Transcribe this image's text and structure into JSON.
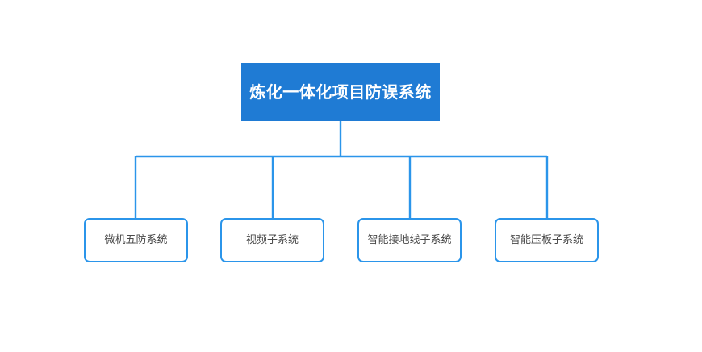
{
  "diagram": {
    "type": "organization-tree",
    "background_color": "#ffffff",
    "accent_color": "#1f7bd4",
    "connector_color": "#2b95ea",
    "border_color": "#2b95ea",
    "root_text_color": "#ffffff",
    "child_text_color": "#4a4a4a",
    "root": {
      "label": "炼化一体化项目防误系统"
    },
    "children": [
      {
        "label": "微机五防系统"
      },
      {
        "label": "视频子系统"
      },
      {
        "label": "智能接地线子系统"
      },
      {
        "label": "智能压板子系统"
      }
    ]
  }
}
